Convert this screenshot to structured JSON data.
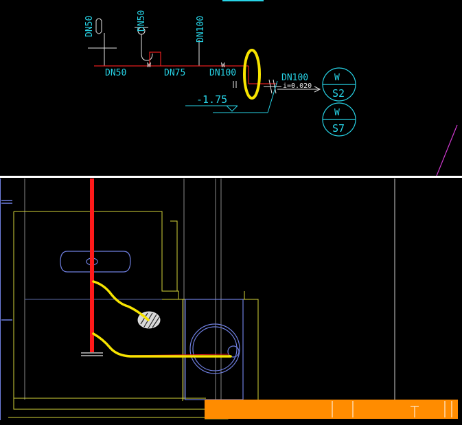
{
  "colors": {
    "background": "#000000",
    "cad_cyan": "#27d3e6",
    "cad_red": "#e31e1e",
    "cad_white": "#e6e6e6",
    "cad_yellow": "#d6d63a",
    "highlight_yellow": "#f7e400",
    "highlight_red": "#ff1a1a",
    "orange_band": "#ff8c00",
    "magenta_line": "#d23ad2",
    "blue_outline": "#6f7fe0"
  },
  "schematic": {
    "vertical_labels": [
      "DN50",
      "DN50",
      "DN100"
    ],
    "pipe_labels": [
      "DN50",
      "DN75",
      "DN100",
      "DN100"
    ],
    "w_marks": [
      "W",
      "W"
    ],
    "slope_label": "i=0.020",
    "elevation_label": "-1.75",
    "risers": [
      {
        "top": "W",
        "bottom": "S2"
      },
      {
        "top": "W",
        "bottom": "S7"
      }
    ]
  }
}
